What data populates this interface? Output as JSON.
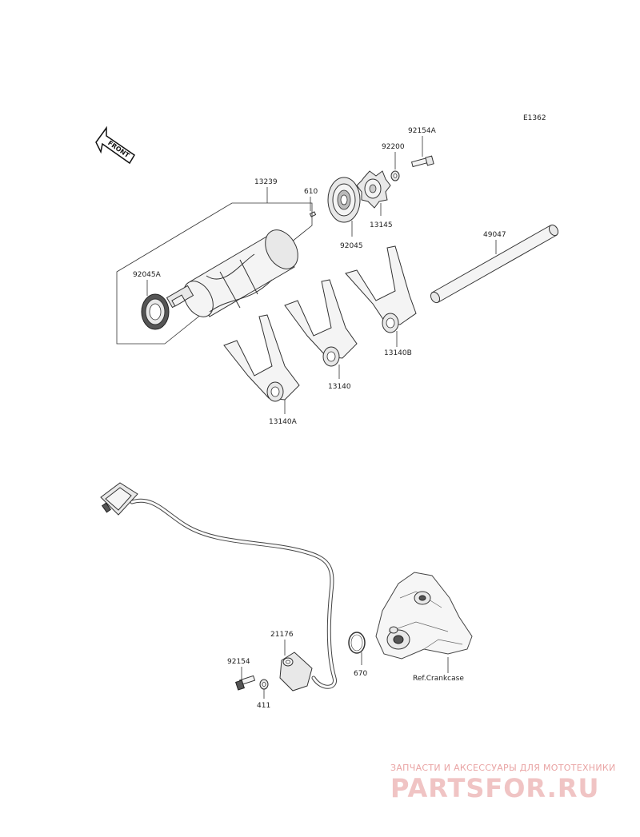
{
  "diagram_code": "E1362",
  "front_label": "FRONT",
  "parts": {
    "p92154A": "92154A",
    "p92200": "92200",
    "p13239": "13239",
    "p610": "610",
    "p92045": "92045",
    "p13145": "13145",
    "p49047": "49047",
    "p92045A": "92045A",
    "p13140B": "13140B",
    "p13140": "13140",
    "p13140A": "13140A",
    "p21176": "21176",
    "p92154": "92154",
    "p670": "670",
    "p411": "411"
  },
  "reference": "Ref.Crankcase",
  "watermark": {
    "tagline": "ЗАПЧАСТИ И АКСЕССУАРЫ ДЛЯ МОТОТЕХНИКИ",
    "logo": "PARTSFOR.RU"
  }
}
